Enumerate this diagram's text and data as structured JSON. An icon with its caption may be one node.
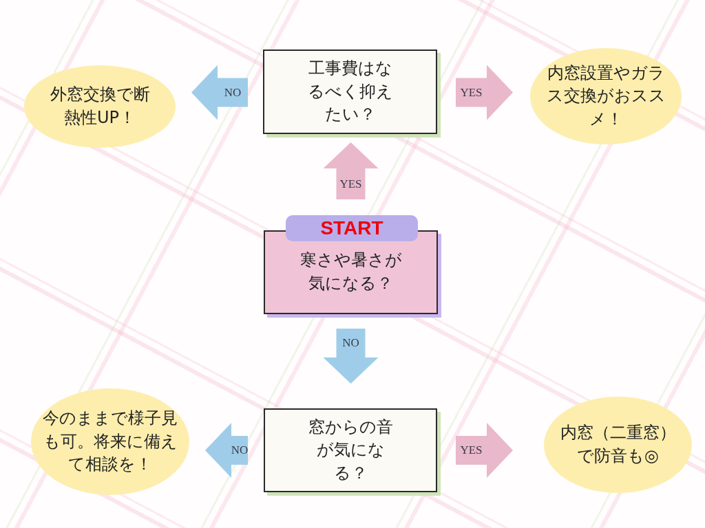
{
  "diagram": {
    "nodes": [
      {
        "text": [
          "外窓交換で断熱性UP！"
        ]
      },
      {
        "text": [
          "工事費はなるべく抑えたい？"
        ]
      },
      {
        "text": [
          "内窓設置やガラス交換がおススメ！"
        ]
      },
      {
        "text": [
          "START",
          "寒さや暑さが気になる？"
        ]
      },
      {
        "text": [
          "今のままで様子見も可。将来に備えて相談を！"
        ]
      },
      {
        "text": [
          "窓からの音が気になる？"
        ]
      },
      {
        "text": [
          "内窓（二重窓）で防音も◎"
        ]
      }
    ],
    "edges": [
      {
        "from": 3,
        "to": 1,
        "arrow": "to",
        "label": "YES",
        "color": "#eab8cb"
      },
      {
        "from": 1,
        "to": 0,
        "arrow": "to",
        "label": "NO",
        "color": "#9fcde9"
      },
      {
        "from": 1,
        "to": 2,
        "arrow": "to",
        "label": "YES",
        "color": "#eab8cb"
      },
      {
        "from": 3,
        "to": 5,
        "arrow": "to",
        "label": "NO",
        "color": "#9fcde9"
      },
      {
        "from": 5,
        "to": 4,
        "arrow": "to",
        "label": "NO",
        "color": "#9fcde9"
      },
      {
        "from": 5,
        "to": 6,
        "arrow": "to",
        "label": "YES",
        "color": "#eab8cb"
      }
    ]
  }
}
